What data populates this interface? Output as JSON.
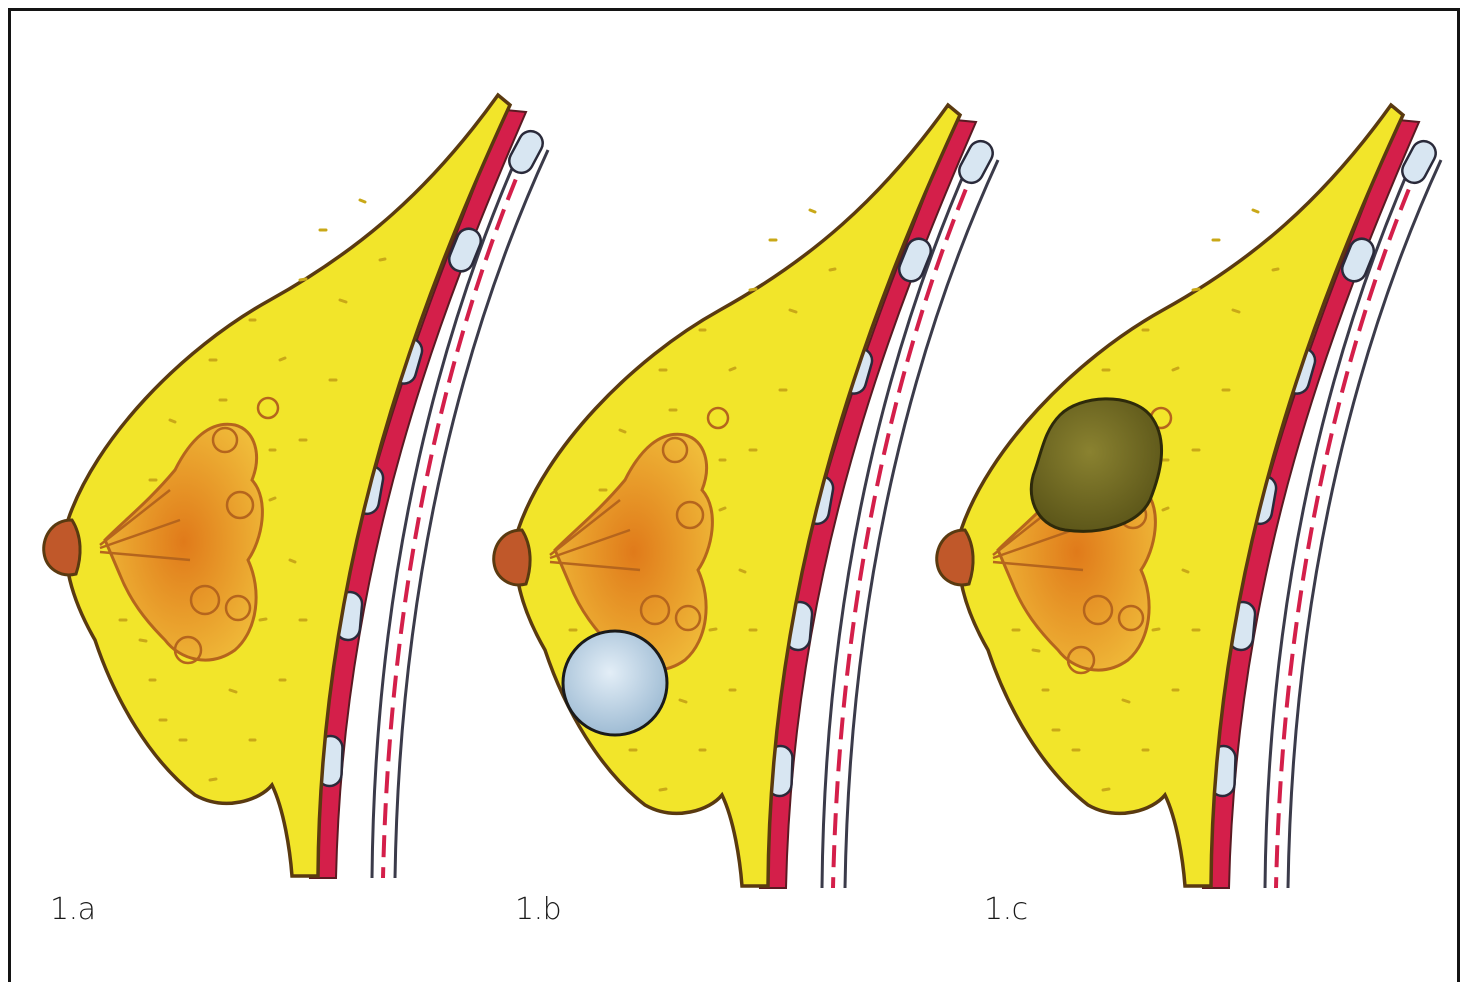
{
  "panels": [
    {
      "label": "1.a",
      "inclusion": "none"
    },
    {
      "label": "1.b",
      "inclusion": "cyst"
    },
    {
      "label": "1.c",
      "inclusion": "tumor"
    }
  ],
  "colors": {
    "outline": "#5a3a10",
    "fat": "#f2e52a",
    "fat_dots": "#c9a818",
    "gland": "#e8a32a",
    "gland_line": "#b5651d",
    "muscle": "#d41f4a",
    "nipple": "#c0582a",
    "rib": "#d8e6f2",
    "cyst": "#b9d2e6",
    "tumor": "#6b6522"
  }
}
